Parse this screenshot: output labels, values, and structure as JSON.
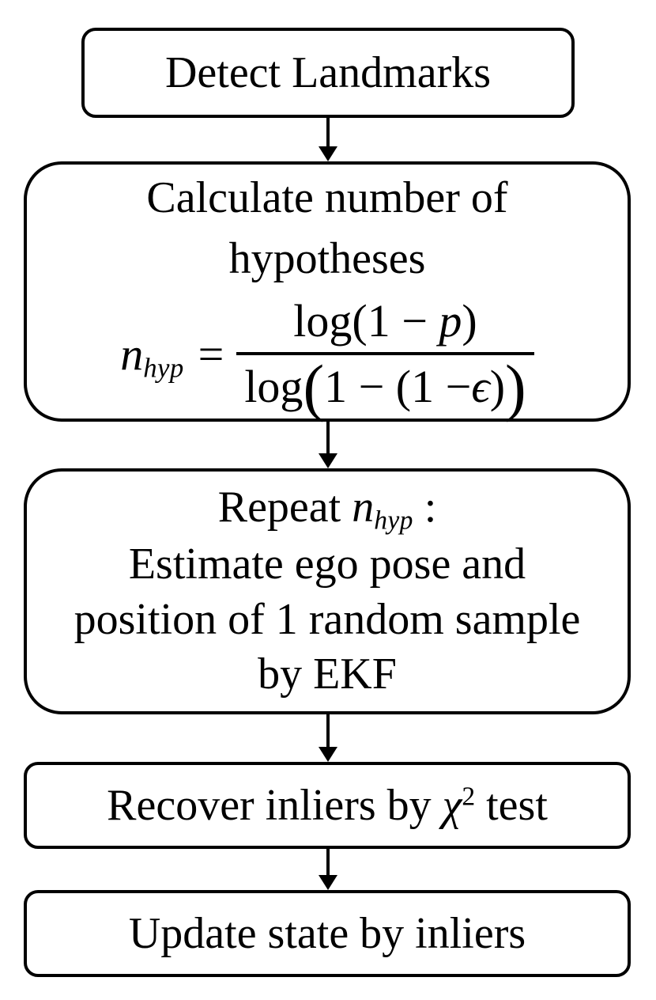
{
  "colors": {
    "stroke": "#000000",
    "background": "#ffffff"
  },
  "steps": {
    "detect": {
      "label": "Detect Landmarks"
    },
    "calculate": {
      "line1": "Calculate number of",
      "line2": "hypotheses",
      "formula": {
        "var": "n",
        "var_sub": "hyp",
        "equals": "=",
        "num_log": "log",
        "num_body": "(1 − ",
        "num_p": "p",
        "num_close": ")",
        "den_log": "log",
        "den_big_open": "(",
        "den_body": "1 − (1 − ",
        "den_eps": "ϵ",
        "den_inner_close": ")",
        "den_big_close": ")"
      }
    },
    "repeat": {
      "prefix": "Repeat ",
      "var": "n",
      "var_sub": "hyp",
      "colon": ":",
      "line2": "Estimate ego pose and",
      "line3": "position of 1 random sample",
      "line4": "by EKF"
    },
    "recover": {
      "prefix": "Recover inliers by ",
      "chi": "χ",
      "sup": "2",
      "suffix": " test"
    },
    "update": {
      "label": "Update state by inliers"
    }
  }
}
